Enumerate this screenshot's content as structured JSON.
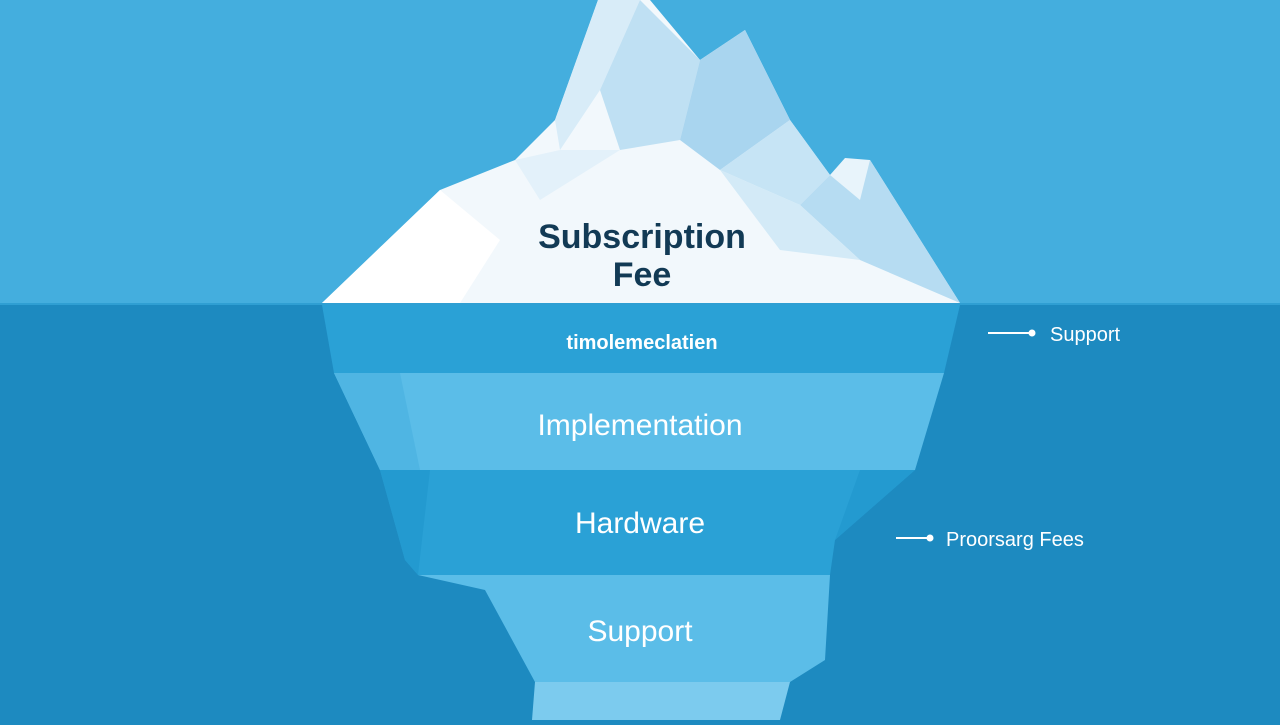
{
  "diagram": {
    "above": {
      "line1": "Subscription",
      "line2": "Fee"
    },
    "layers": [
      {
        "label": "timolemeclatien"
      },
      {
        "label": "Implementation"
      },
      {
        "label": "Hardware"
      },
      {
        "label": "Support"
      }
    ],
    "callouts": [
      {
        "label": "Support"
      },
      {
        "label": "Proorsarg Fees"
      }
    ],
    "colors": {
      "sky": "#44aede",
      "water": "#1d8ac0",
      "ice_white": "#f2f8fc",
      "ice_shadow": "#cde6f4",
      "layer_dark": "#2aa1d6",
      "layer_light": "#5bbde8",
      "label_dark": "#123a55"
    }
  }
}
